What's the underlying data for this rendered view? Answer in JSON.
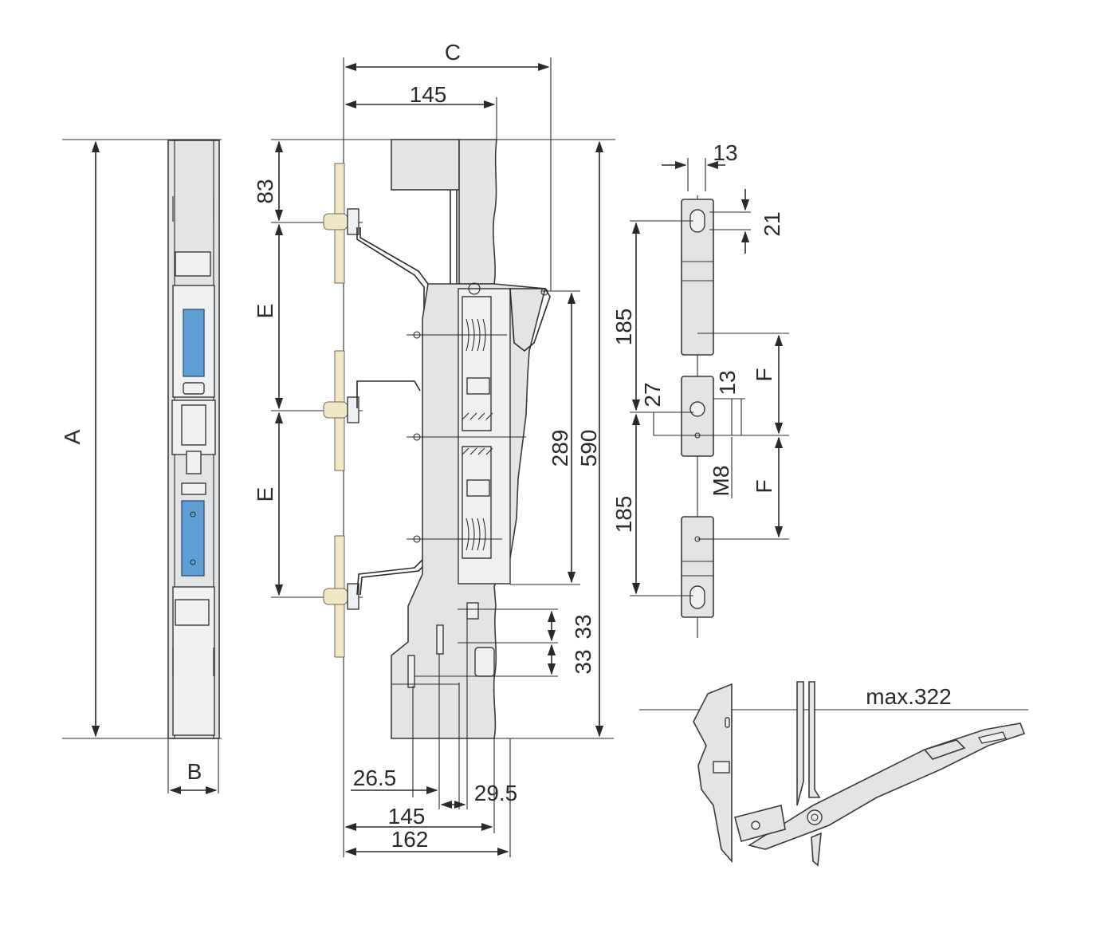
{
  "labels": {
    "a": "A",
    "b": "B",
    "c": "C",
    "e_upper": "E",
    "e_lower": "E",
    "f_upper": "F",
    "f_lower": "F",
    "d145_top": "145",
    "d83": "83",
    "d289": "289",
    "d590": "590",
    "d33_upper": "33",
    "d33_lower": "33",
    "d26_5": "26.5",
    "d29_5": "29.5",
    "d145_bottom": "145",
    "d162": "162",
    "d13_top": "13",
    "d21": "21",
    "d185_upper": "185",
    "d185_lower": "185",
    "d27": "27",
    "d13_side": "13",
    "m8": "M8",
    "max322": "max.322"
  },
  "colors": {
    "line": "#2a2a2a",
    "body_fill": "#e3e4e6",
    "blue_fill": "#5f9fd6",
    "rail_fill": "#f1e6c6"
  }
}
